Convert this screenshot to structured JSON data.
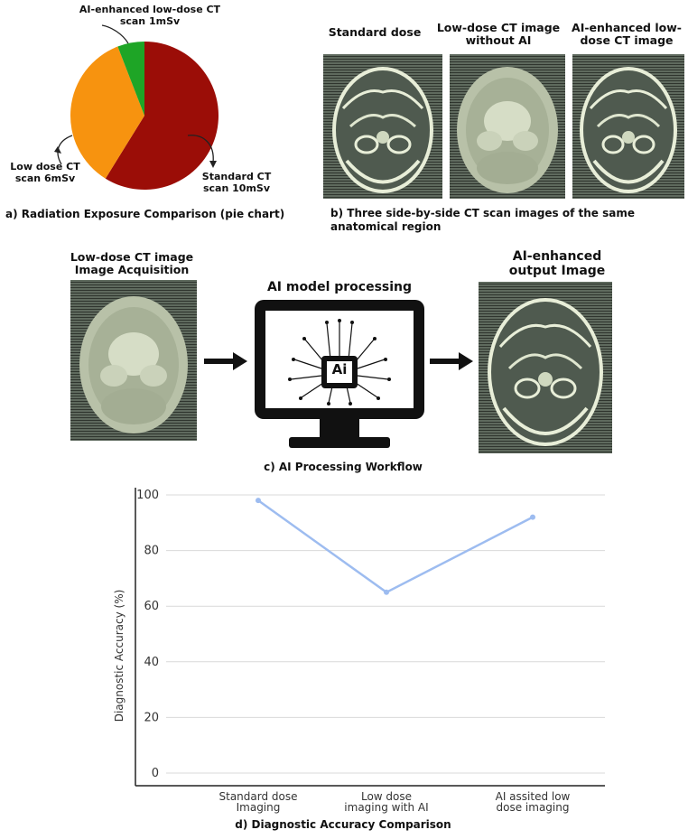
{
  "panel_a": {
    "label_ai": "AI-enhanced low-dose CT\nscan 1mSv",
    "label_low": "Low dose CT\nscan  6mSv",
    "label_std": "Standard CT\nscan  10mSv",
    "caption": "a) Radiation Exposure Comparison (pie chart)"
  },
  "panel_b": {
    "col1": "Standard dose",
    "col2": "Low-dose CT image\nwithout AI",
    "col3": "AI-enhanced low-\ndose CT image",
    "caption": "b) Three side-by-side CT scan images of the same\nanatomical region"
  },
  "panel_c": {
    "input_label": "Low-dose CT image\nImage Acquisition",
    "process_label": "AI model processing",
    "chip_text": "Ai",
    "output_label": "AI-enhanced\noutput Image",
    "caption": "c) AI Processing Workflow"
  },
  "panel_d": {
    "caption": "d) Diagnostic Accuracy Comparison"
  },
  "colors": {
    "standard": "#9b0d07",
    "low_dose": "#f7930f",
    "ai": "#1ea526",
    "line": "#9dbcf0",
    "ct_bg": "#5f6a5e",
    "monitor": "#111111"
  },
  "chart_data": [
    {
      "type": "pie",
      "title": "",
      "slices": [
        {
          "label": "Standard CT scan  10mSv",
          "value": 10,
          "color": "#9b0d07"
        },
        {
          "label": "Low dose CT scan  6mSv",
          "value": 6,
          "color": "#f7930f"
        },
        {
          "label": "AI-enhanced low-dose CT scan 1mSv",
          "value": 1,
          "color": "#1ea526"
        }
      ]
    },
    {
      "type": "line",
      "title": "",
      "categories": [
        "Standard dose Imaging",
        "Low dose imaging with AI",
        "AI assited low dose imaging"
      ],
      "category_lines": [
        [
          "Standard dose",
          "Imaging"
        ],
        [
          "Low dose",
          "imaging with AI"
        ],
        [
          "AI assited low",
          "dose imaging"
        ]
      ],
      "series": [
        {
          "values": [
            98,
            65,
            92
          ]
        }
      ],
      "xlabel": "",
      "ylabel": "Diagnostic Accuracy (%)",
      "ylim": [
        0,
        100
      ],
      "yticks": [
        0,
        20,
        40,
        60,
        80,
        100
      ],
      "grid": true
    }
  ]
}
